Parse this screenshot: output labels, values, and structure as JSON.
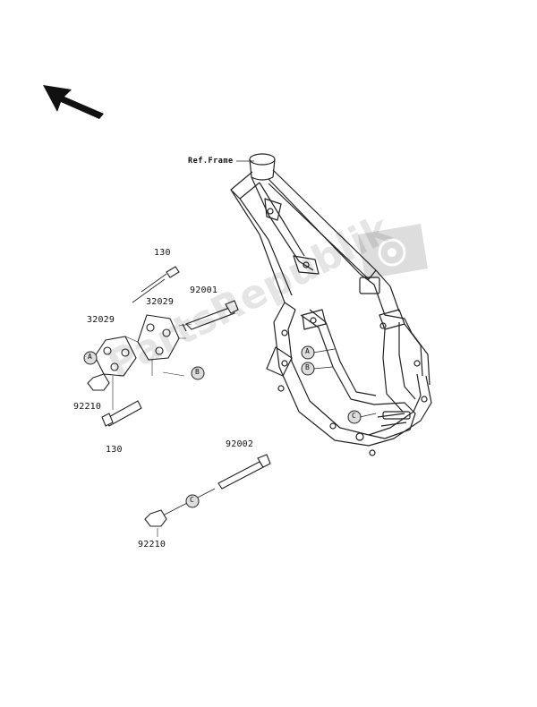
{
  "diagram": {
    "ref_label": "Ref.Frame",
    "parts": {
      "p130_top": "130",
      "p32029_left": "32029",
      "p32029_right": "32029",
      "p92001": "92001",
      "p92210_left": "92210",
      "p130_bottom": "130",
      "p92002": "92002",
      "p92210_bottom": "92210"
    },
    "markers": {
      "a": "A",
      "b": "B",
      "c": "C"
    },
    "watermark": "PartsRepublik"
  }
}
